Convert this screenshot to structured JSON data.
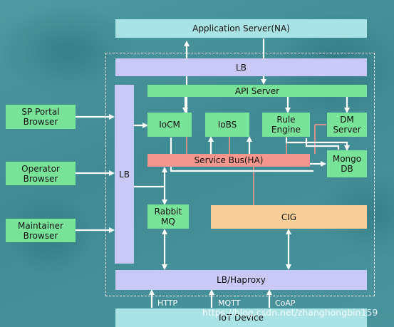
{
  "app_server": "Application Server(NA)",
  "lb_top": "LB",
  "api_server": "API Server",
  "sp_portal": "SP Portal\nBrowser",
  "operator": "Operator\nBrowser",
  "maintainer": "Maintainer\nBrowser",
  "lb_left": "LB",
  "iocm": "IoCM",
  "iobs": "IoBS",
  "rule_engine": "Rule\nEngine",
  "dm_server": "DM\nServer",
  "service_bus": "Service Bus(HA)",
  "mongo": "Mongo\nDB",
  "rabbit": "Rabbit\nMQ",
  "cig": "CIG",
  "lb_haproxy": "LB/Haproxy",
  "iot_device": "IoT Device",
  "proto_http": "HTTP",
  "proto_mqtt": "MQTT",
  "proto_coap": "CoAP",
  "watermark": "https://blog.csdn.net/zhanghongbin159"
}
